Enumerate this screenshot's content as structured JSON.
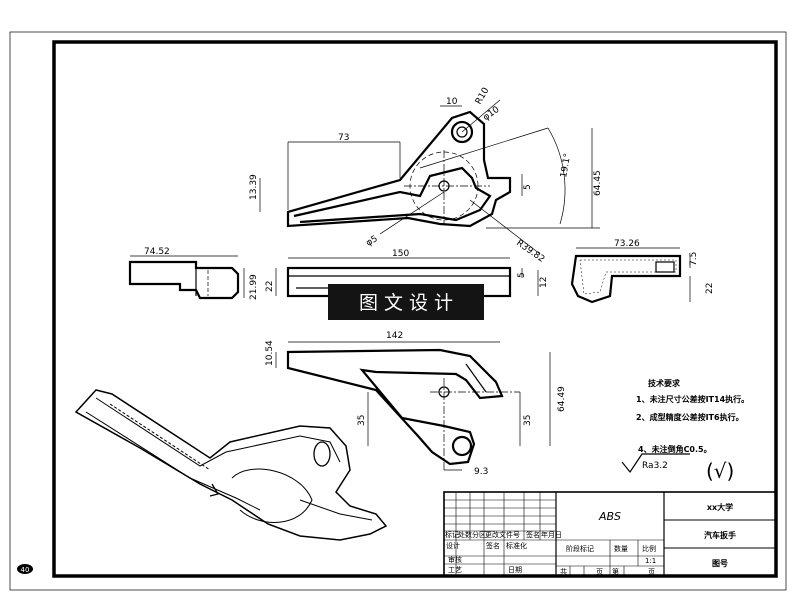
{
  "watermark": {
    "text": "图 文 设 计"
  },
  "dimensions": {
    "top_view": [
      "10",
      "R10",
      "φ10",
      "73",
      "13.39",
      "64.45",
      "19.1°",
      "5",
      "φ5",
      "R39.82"
    ],
    "middle_view": [
      "74.52",
      "21.99",
      "22",
      "150",
      "5",
      "12",
      "73.26",
      "7.5",
      "22"
    ],
    "bottom_view": [
      "10.54",
      "142",
      "35",
      "35",
      "64.49",
      "9.3"
    ]
  },
  "technical_requirements": {
    "title": "技术要求",
    "items": [
      "1、未注尺寸公差按IT14执行。",
      "2、成型精度公差按IT6执行。",
      "4、未注倒角C0.5。"
    ]
  },
  "surface_roughness": {
    "value": "Ra3.2",
    "symbol": "(√)"
  },
  "title_block": {
    "material": "ABS",
    "school": "xx大学",
    "part_name": "汽车扳手",
    "drawing_no_label": "图号",
    "headers_left": [
      "标记",
      "处数",
      "分区",
      "更改文件号",
      "签名",
      "年月日"
    ],
    "design_row": [
      "设计",
      "",
      "签名",
      "标准化"
    ],
    "review": "审核",
    "process": "工艺",
    "date": "日期",
    "stage_labels": [
      "阶段标记",
      "数量",
      "比例"
    ],
    "scale": "1:1",
    "sheet_labels": [
      "共",
      "页",
      "第",
      "页"
    ]
  },
  "page_marker": "40"
}
